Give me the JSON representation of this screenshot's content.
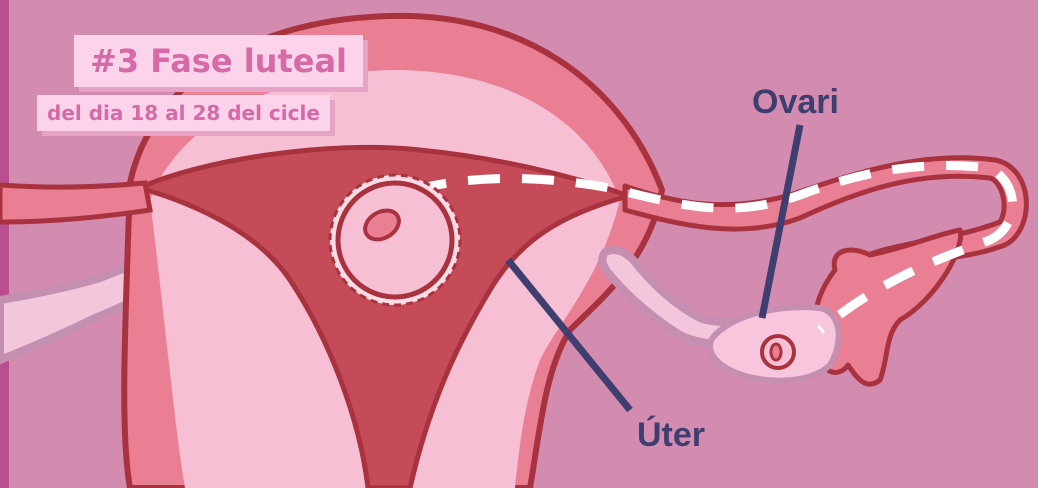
{
  "title": "#3 Fase luteal",
  "subtitle": "del dia 18 al 28 del cicle",
  "labels": {
    "ovary": "Ovari",
    "uterus": "Úter"
  },
  "colors": {
    "background": "#d48bb0",
    "left_strip": "#b94f8f",
    "uterus_outer": "#ea7f94",
    "uterus_wall": "#f6bfd3",
    "endometrium": "#c54b59",
    "outline": "#a8333f",
    "tube_fill": "#ea7f94",
    "dash": "#ffffff",
    "ovary_fill": "#f7c6dc",
    "label_text": "#3e3f6e",
    "title_text": "#d56aa7",
    "title_bg": "#fbd3ea"
  }
}
